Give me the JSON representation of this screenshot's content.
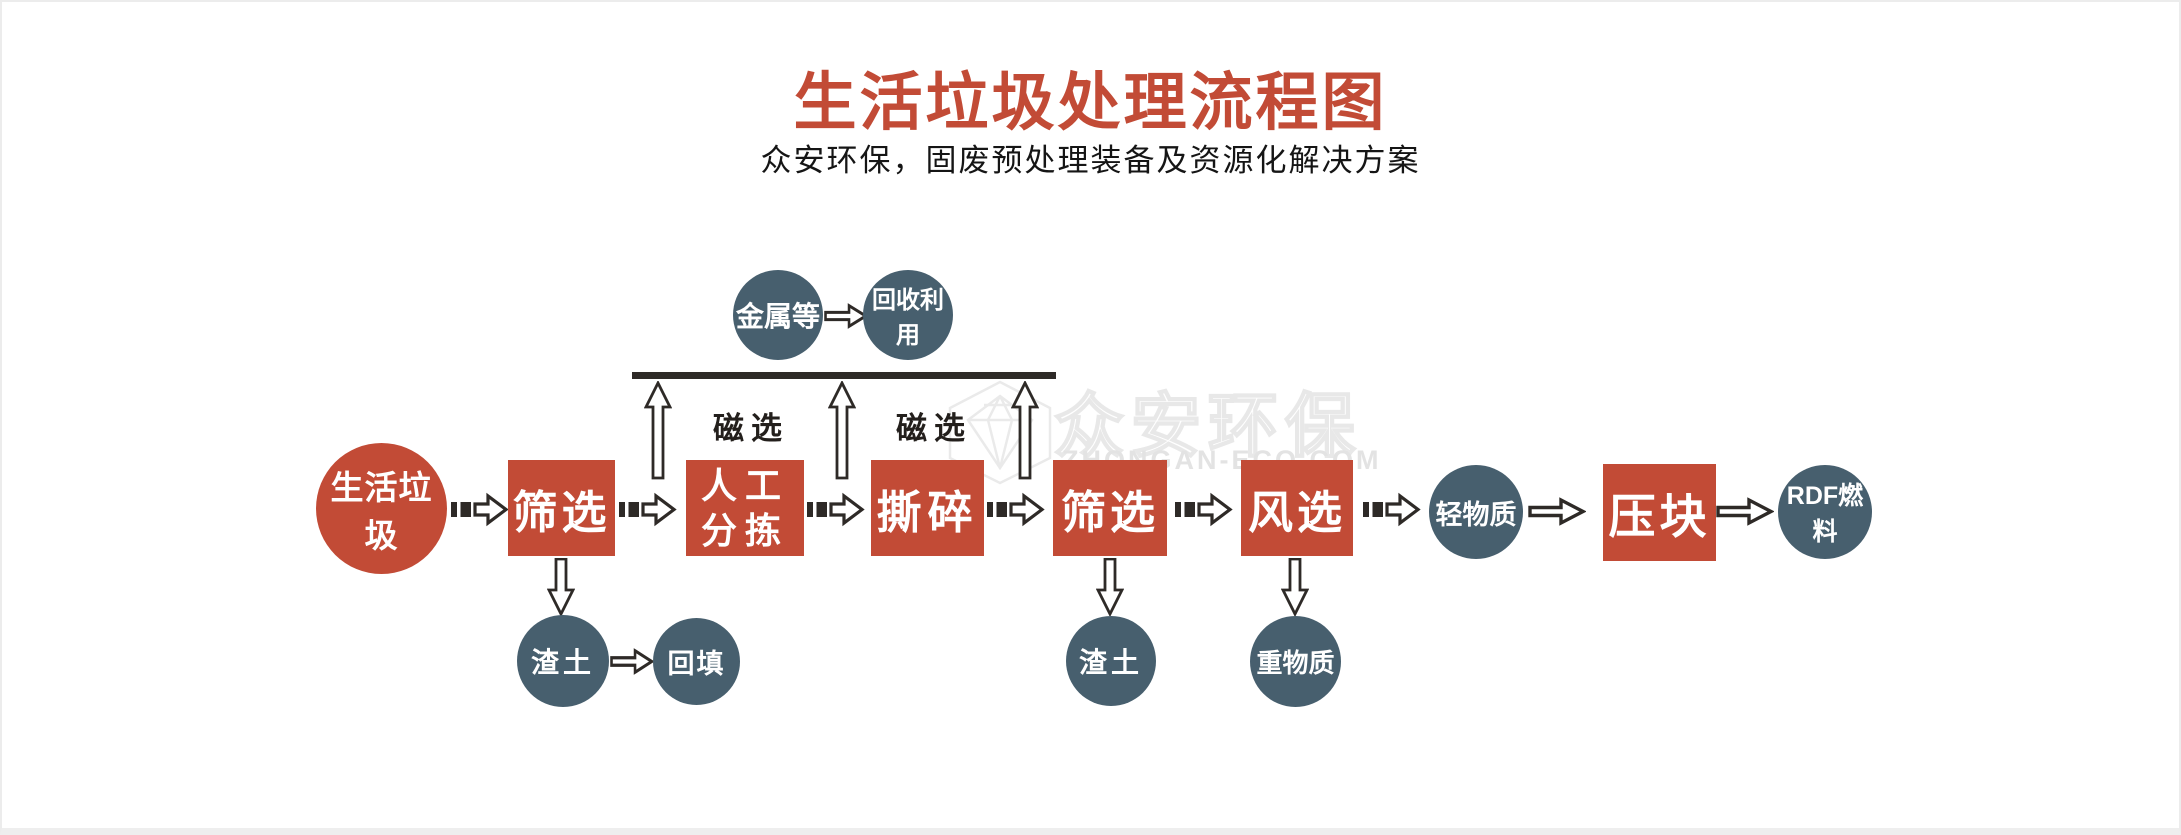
{
  "header": {
    "title": "生活垃圾处理流程图",
    "subtitle": "众安环保，固废预处理装备及资源化解决方案"
  },
  "watermark": {
    "brand": "众安环保",
    "site": "ZHONGAN-ECO.COM",
    "logo_icon": "gem-cube-logo"
  },
  "colors": {
    "accent_red": "#c24b36",
    "node_blue": "#475f6e",
    "line_dark": "#2e2a27",
    "watermark_gray": "#e8e8e8"
  },
  "diagram": {
    "nodes": {
      "source": "生活垃圾",
      "screen1": "筛选",
      "manual_sort_line1": "人工",
      "manual_sort_line2": "分拣",
      "shred": "撕碎",
      "screen2": "筛选",
      "air_sort": "风选",
      "light_material": "轻物质",
      "compress": "压块",
      "rdf_fuel": "RDF燃料",
      "metal": "金属等",
      "recycle": "回收利用",
      "slag1": "渣土",
      "backfill": "回填",
      "slag2": "渣土",
      "heavy_material": "重物质"
    },
    "labels": {
      "magnetic1": "磁选",
      "magnetic2": "磁选"
    }
  }
}
